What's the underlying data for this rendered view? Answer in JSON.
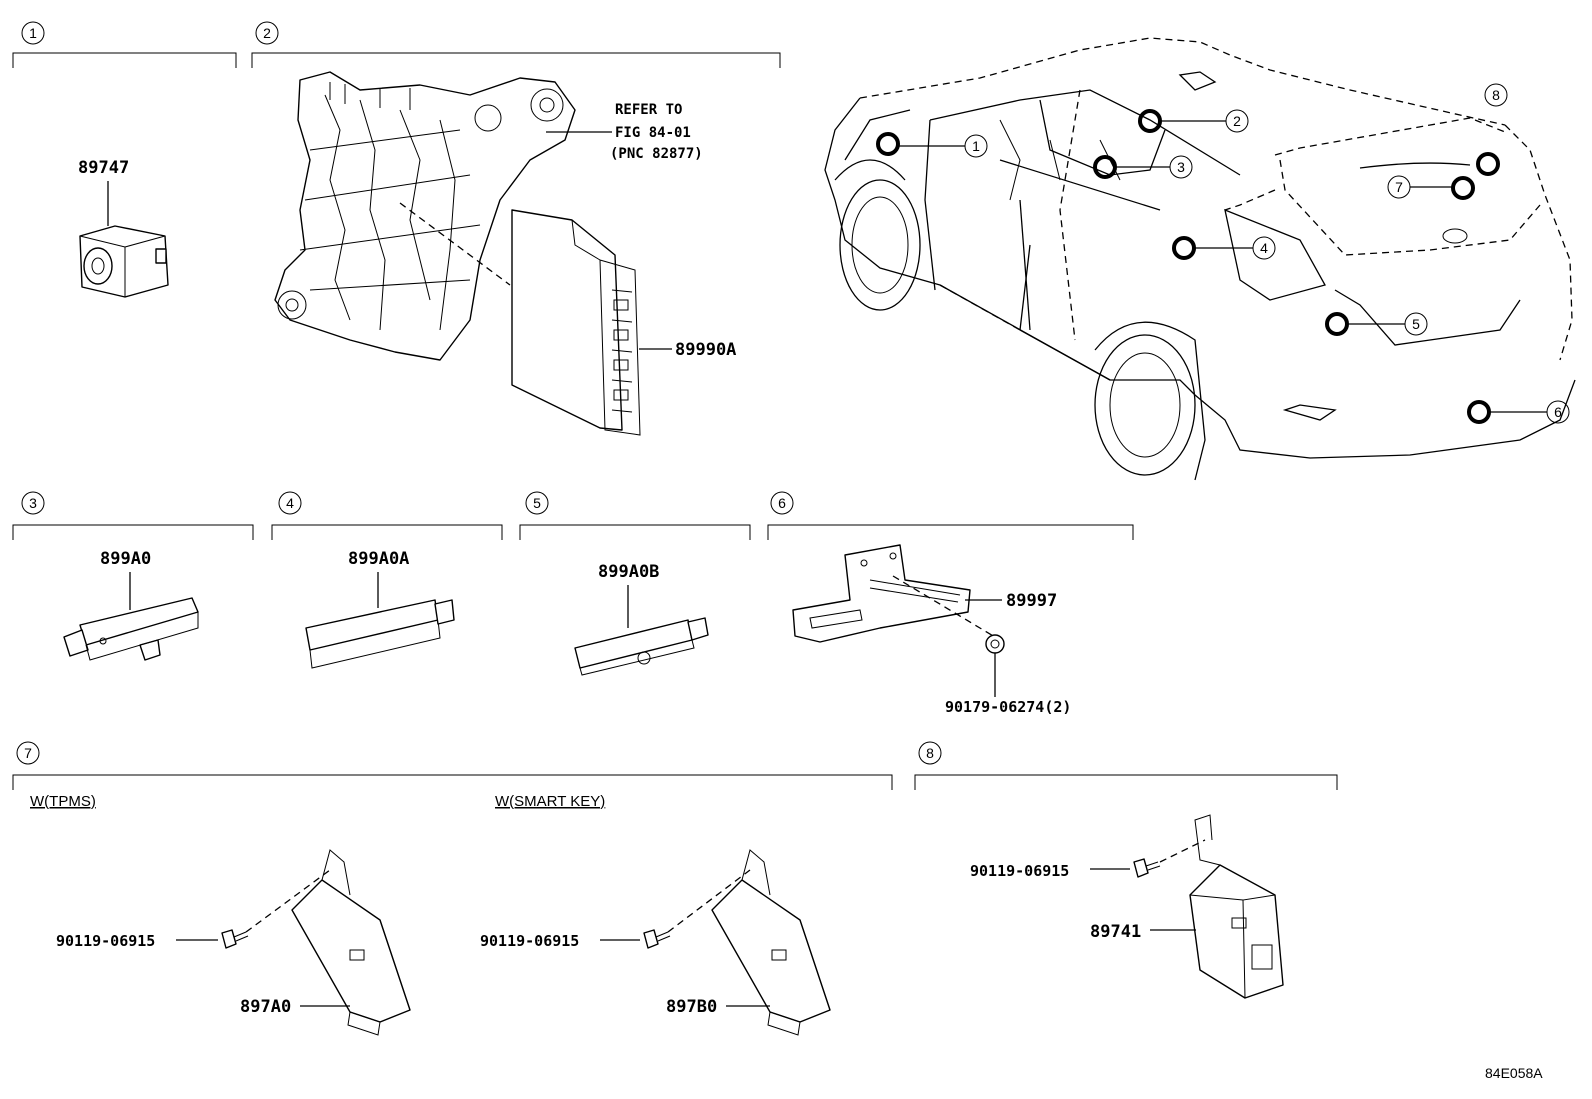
{
  "sections": [
    {
      "num": "1",
      "parts": [
        "89747"
      ]
    },
    {
      "num": "2",
      "parts": [
        "89990A"
      ],
      "note": [
        "REFER TO",
        "FIG 84-01",
        "(PNC 82877)"
      ]
    },
    {
      "num": "3",
      "parts": [
        "899A0"
      ]
    },
    {
      "num": "4",
      "parts": [
        "899A0A"
      ]
    },
    {
      "num": "5",
      "parts": [
        "899A0B"
      ]
    },
    {
      "num": "6",
      "parts": [
        "89997",
        "90179-06274(2)"
      ]
    },
    {
      "num": "7",
      "conditions": [
        "W(TPMS)",
        "W(SMART KEY)"
      ],
      "parts_tpms": [
        "90119-06915",
        "897A0"
      ],
      "parts_smart": [
        "90119-06915",
        "897B0"
      ]
    },
    {
      "num": "8",
      "parts": [
        "90119-06915",
        "89741"
      ]
    }
  ],
  "vehicle_callouts": [
    "1",
    "2",
    "3",
    "4",
    "5",
    "6",
    "7",
    "8"
  ],
  "figure_code": "84E058A"
}
